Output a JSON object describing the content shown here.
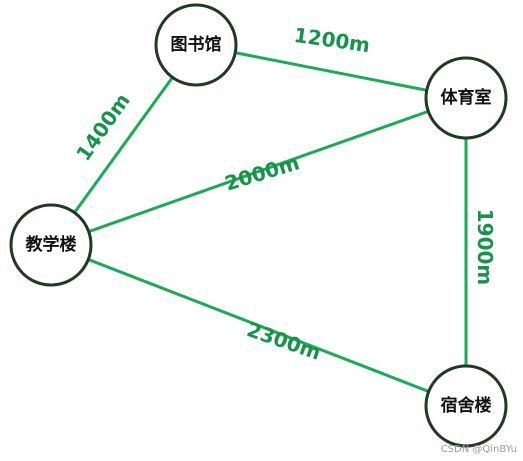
{
  "graph": {
    "nodes": [
      {
        "id": "library",
        "label": "图书馆"
      },
      {
        "id": "gym",
        "label": "体育室"
      },
      {
        "id": "teaching",
        "label": "教学楼"
      },
      {
        "id": "dorm",
        "label": "宿舍楼"
      }
    ],
    "edges": [
      {
        "from": "library",
        "to": "gym",
        "label": "1200m"
      },
      {
        "from": "library",
        "to": "teaching",
        "label": "1400m"
      },
      {
        "from": "teaching",
        "to": "gym",
        "label": "2000m"
      },
      {
        "from": "gym",
        "to": "dorm",
        "label": "1900m"
      },
      {
        "from": "teaching",
        "to": "dorm",
        "label": "2300m"
      }
    ],
    "colors": {
      "edge": "#1aab54",
      "edge_label": "#17944a",
      "node_stroke": "#1f3a1f"
    }
  },
  "watermark": "CSDN @QinBYu"
}
